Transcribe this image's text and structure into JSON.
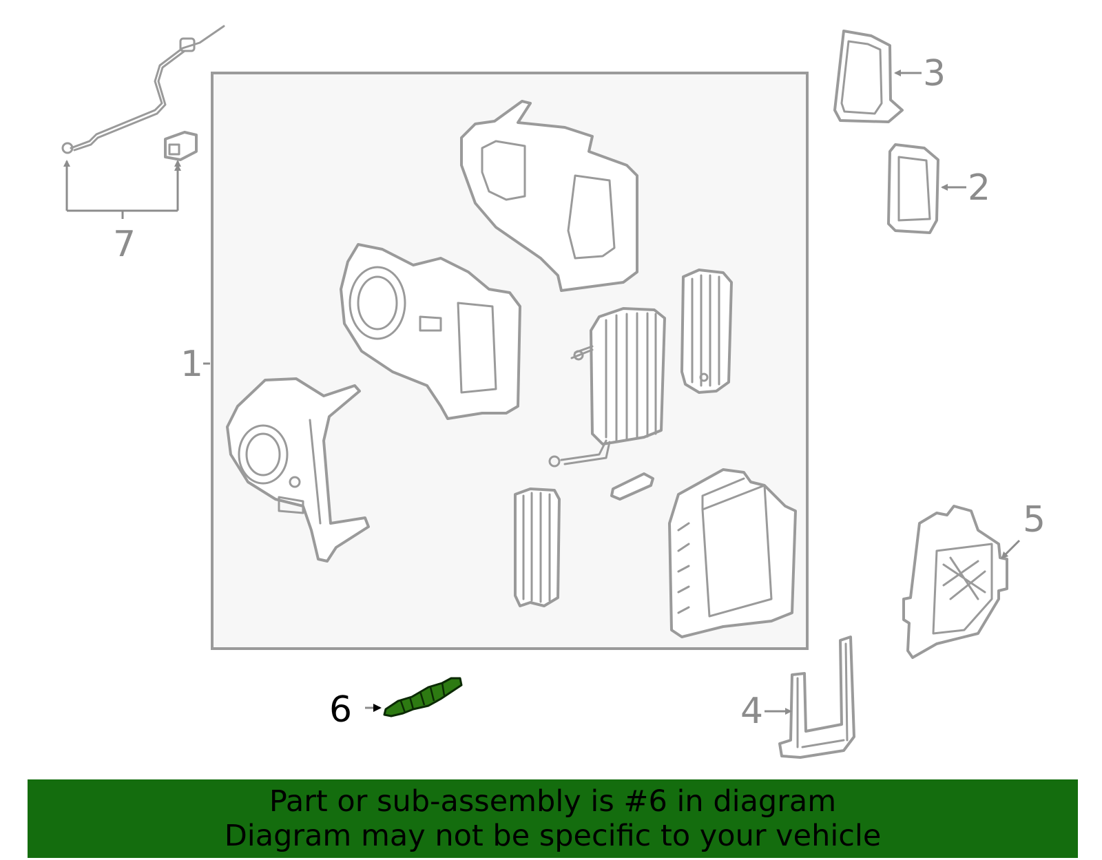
{
  "callouts": {
    "c1": "1",
    "c2": "2",
    "c3": "3",
    "c4": "4",
    "c5": "5",
    "c6": "6",
    "c7": "7"
  },
  "highlighted_part": "6",
  "colors": {
    "highlight_fill": "#2d7a12",
    "banner_bg": "#146d0e",
    "line_gray": "#9a9a9a",
    "assembly_box_fill": "#f7f7f7"
  },
  "banner": {
    "line1": "Part or sub-assembly is #6 in diagram",
    "line2": "Diagram may not be specific to your vehicle"
  }
}
